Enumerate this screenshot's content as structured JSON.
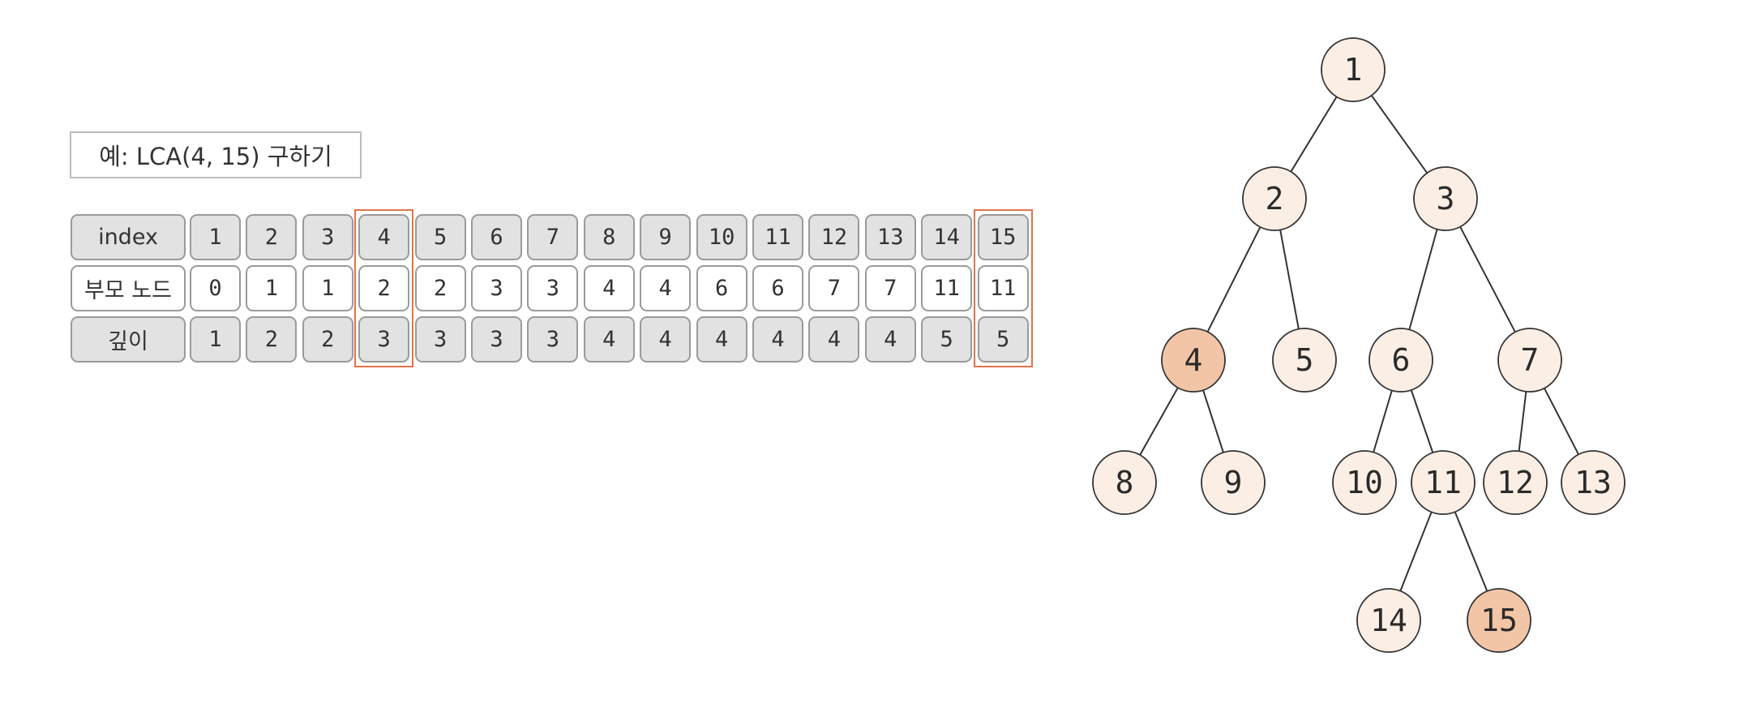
{
  "title": "예: LCA(4, 15) 구하기",
  "table": {
    "row_labels": [
      "index",
      "부모 노드",
      "깊이"
    ],
    "index": [
      "1",
      "2",
      "3",
      "4",
      "5",
      "6",
      "7",
      "8",
      "9",
      "10",
      "11",
      "12",
      "13",
      "14",
      "15"
    ],
    "parent": [
      "0",
      "1",
      "1",
      "2",
      "2",
      "3",
      "3",
      "4",
      "4",
      "6",
      "6",
      "7",
      "7",
      "11",
      "11"
    ],
    "depth": [
      "1",
      "2",
      "2",
      "3",
      "3",
      "3",
      "3",
      "4",
      "4",
      "4",
      "4",
      "4",
      "4",
      "5",
      "5"
    ],
    "highlighted_indices": [
      "4",
      "15"
    ]
  },
  "tree": {
    "nodes": [
      {
        "label": "1",
        "highlighted": false
      },
      {
        "label": "2",
        "highlighted": false
      },
      {
        "label": "3",
        "highlighted": false
      },
      {
        "label": "4",
        "highlighted": true
      },
      {
        "label": "5",
        "highlighted": false
      },
      {
        "label": "6",
        "highlighted": false
      },
      {
        "label": "7",
        "highlighted": false
      },
      {
        "label": "8",
        "highlighted": false
      },
      {
        "label": "9",
        "highlighted": false
      },
      {
        "label": "10",
        "highlighted": false
      },
      {
        "label": "11",
        "highlighted": false
      },
      {
        "label": "12",
        "highlighted": false
      },
      {
        "label": "13",
        "highlighted": false
      },
      {
        "label": "14",
        "highlighted": false
      },
      {
        "label": "15",
        "highlighted": true
      }
    ],
    "edges": [
      [
        "1",
        "2"
      ],
      [
        "1",
        "3"
      ],
      [
        "2",
        "4"
      ],
      [
        "2",
        "5"
      ],
      [
        "3",
        "6"
      ],
      [
        "3",
        "7"
      ],
      [
        "4",
        "8"
      ],
      [
        "4",
        "9"
      ],
      [
        "6",
        "10"
      ],
      [
        "6",
        "11"
      ],
      [
        "7",
        "12"
      ],
      [
        "7",
        "13"
      ],
      [
        "11",
        "14"
      ],
      [
        "11",
        "15"
      ]
    ]
  },
  "colors": {
    "node_fill": "#fbeee4",
    "node_highlight_fill": "#f2c5a6",
    "node_stroke": "#333333",
    "highlight_border": "#e0744a",
    "cell_gray": "#e2e2e2",
    "cell_border": "#9a9a9a"
  }
}
